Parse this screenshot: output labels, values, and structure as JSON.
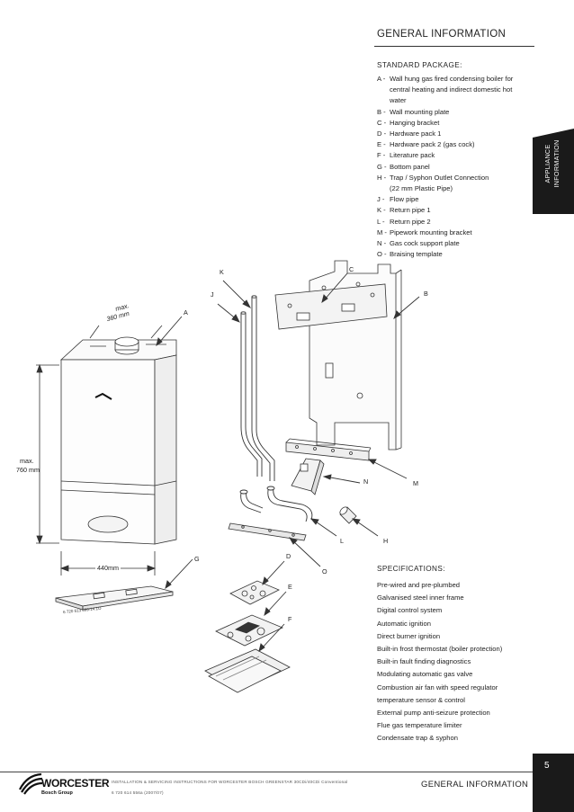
{
  "header": {
    "title": "GENERAL INFORMATION"
  },
  "side_tab": {
    "line1": "APPLIANCE",
    "line2": "INFORMATION"
  },
  "standard_package": {
    "heading": "STANDARD PACKAGE:",
    "items": [
      {
        "code": "A -",
        "text": "Wall hung gas fired condensing boiler for"
      },
      {
        "code": "",
        "text": "central heating and indirect domestic hot"
      },
      {
        "code": "",
        "text": "water"
      },
      {
        "code": "B -",
        "text": "Wall mounting plate"
      },
      {
        "code": "C -",
        "text": "Hanging bracket"
      },
      {
        "code": "D -",
        "text": "Hardware pack 1"
      },
      {
        "code": "E -",
        "text": "Hardware pack 2 (gas cock)"
      },
      {
        "code": "F -",
        "text": "Literature pack"
      },
      {
        "code": "G -",
        "text": "Bottom panel"
      },
      {
        "code": "H -",
        "text": "Trap / Syphon Outlet Connection"
      },
      {
        "code": "",
        "text": "(22 mm Plastic Pipe)"
      },
      {
        "code": "J -",
        "text": "Flow pipe"
      },
      {
        "code": "K -",
        "text": "Return pipe 1"
      },
      {
        "code": "L -",
        "text": "Return pipe 2"
      },
      {
        "code": "M -",
        "text": "Pipework mounting bracket"
      },
      {
        "code": "N -",
        "text": "Gas cock support plate"
      },
      {
        "code": "O -",
        "text": "Braising template"
      }
    ]
  },
  "specifications": {
    "heading": "SPECIFICATIONS:",
    "items": [
      "Pre-wired and pre-plumbed",
      "Galvanised steel inner frame",
      "Digital control system",
      "Automatic ignition",
      "Direct burner ignition",
      "Built-in frost thermostat (boiler protection)",
      "Built-in fault finding diagnostics",
      "Modulating automatic gas valve",
      "Combustion air fan with speed regulator",
      "temperature sensor & control",
      "External pump anti-seizure protection",
      "Flue gas temperature limiter",
      "Condensate trap & syphon"
    ]
  },
  "diagram": {
    "labels": {
      "A": "A",
      "B": "B",
      "C": "C",
      "D": "D",
      "E": "E",
      "F": "F",
      "G": "G",
      "H": "H",
      "J": "J",
      "K": "K",
      "L": "L",
      "M": "M",
      "N": "N",
      "O": "O"
    },
    "dim_depth_1": "max.",
    "dim_depth_2": "360 mm",
    "dim_height_1": "max.",
    "dim_height_2": "760 mm",
    "dim_width": "440mm",
    "panel_code": "6 720 613 699-14.1O"
  },
  "footer": {
    "brand_name": "WORCESTER",
    "brand_sub": "Bosch Group",
    "line1": "INSTALLATION & SERVICING INSTRUCTIONS FOR WORCESTER BOSCH GREENSTAR 30CDi/40CDi Conventional",
    "line2": "6 720 614 556a (2007/07)",
    "title": "GENERAL INFORMATION",
    "page_number": "5"
  },
  "colors": {
    "tab": "#1a1a1a",
    "text": "#222222",
    "drawing": "#333333"
  }
}
